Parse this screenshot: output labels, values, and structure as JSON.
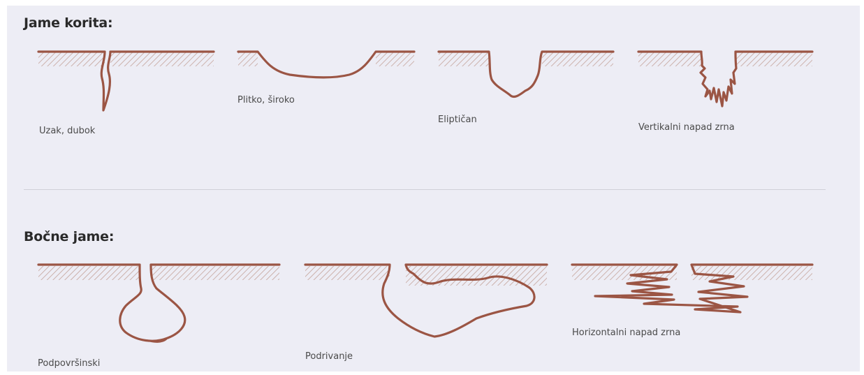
{
  "sections": {
    "trough": {
      "title": "Jame korita:",
      "items": [
        {
          "label": "Uzak, dubok"
        },
        {
          "label": "Plitko, široko"
        },
        {
          "label": "Eliptičan"
        },
        {
          "label": "Vertikalni napad zrna"
        }
      ]
    },
    "side": {
      "title": "Bočne jame:",
      "items": [
        {
          "label": "Podpovršinski"
        },
        {
          "label": "Podrivanje"
        },
        {
          "label": "Horizontalni napad zrna"
        }
      ]
    }
  },
  "colors": {
    "background": "#ededf5",
    "outline": "#9b5544",
    "hatch": "#c4a39a",
    "text": "#2a2a2a"
  }
}
